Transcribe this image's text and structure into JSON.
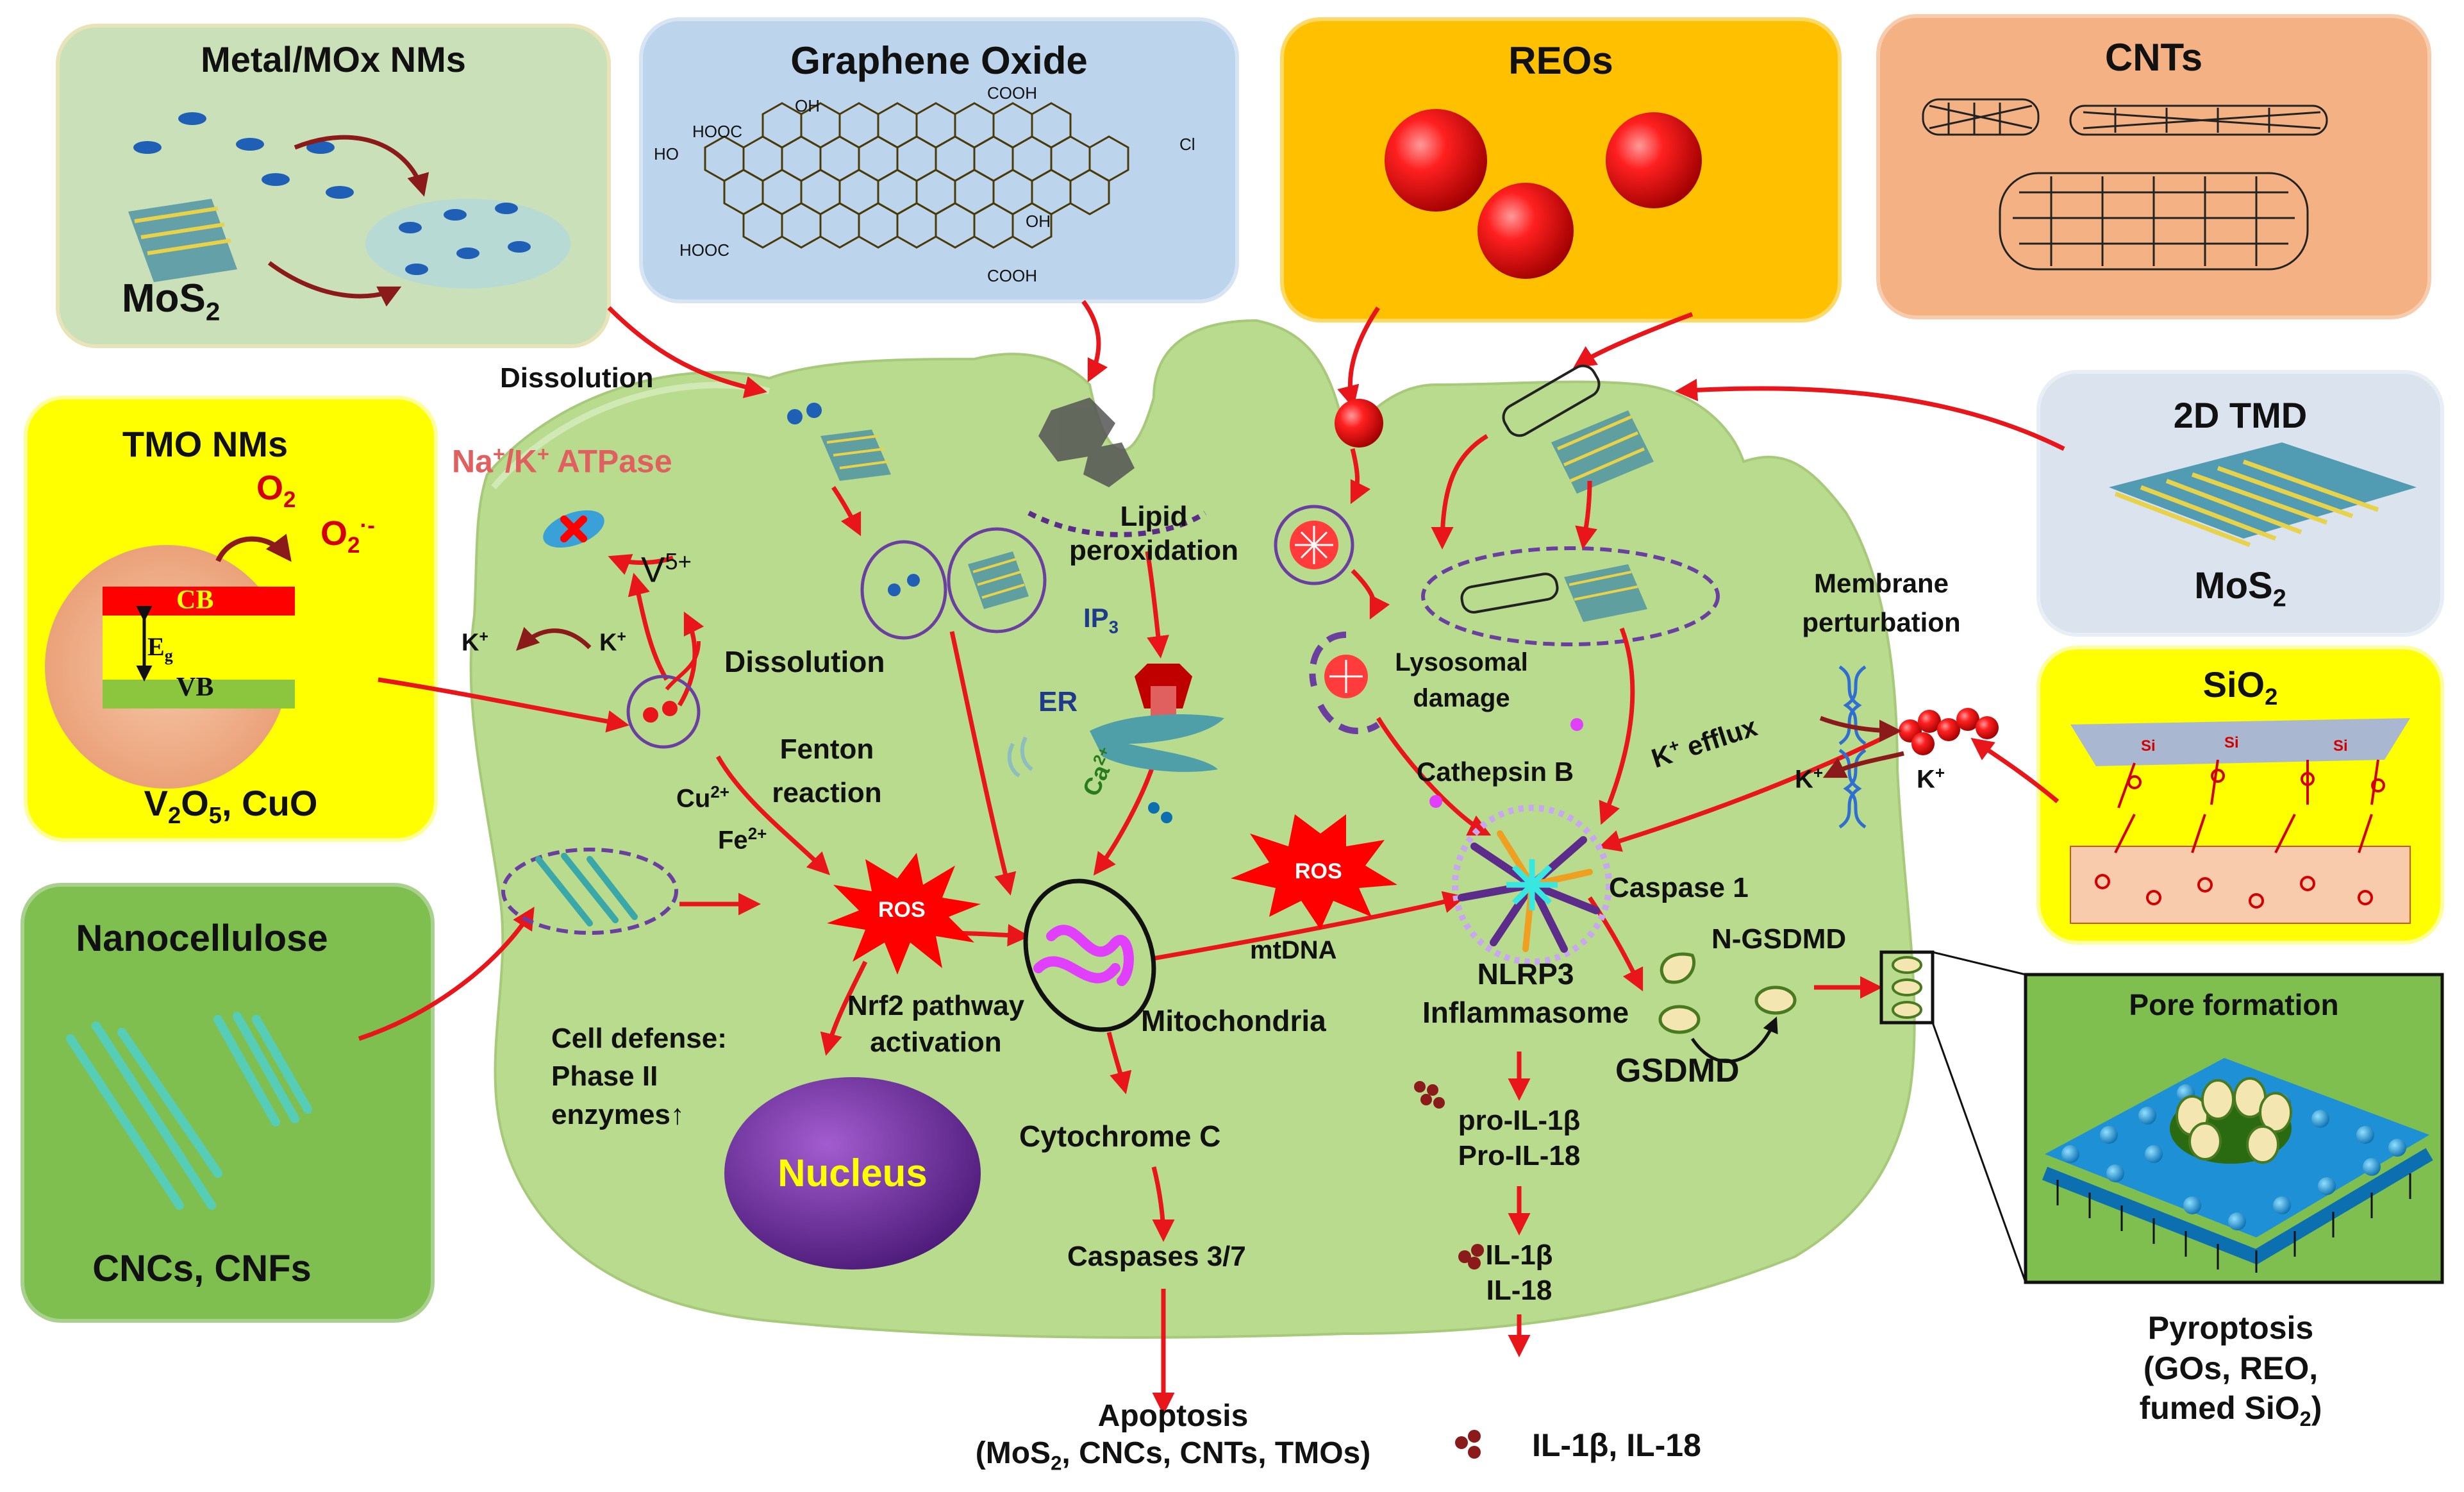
{
  "materials": {
    "metal": {
      "title": "Metal/MOx NMs",
      "mos2": "MoS",
      "mos2_sub": "2"
    },
    "go": {
      "title": "Graphene Oxide",
      "groups": [
        "HOOC",
        "OH",
        "COOH",
        "HOOC",
        "OH",
        "COOH",
        "HO",
        "Cl"
      ]
    },
    "reo": {
      "title": "REOs"
    },
    "cnt": {
      "title": "CNTs"
    },
    "tmo": {
      "title": "TMO NMs",
      "o2": "O",
      "o2_sub": "2",
      "o2_rad": "O",
      "o2_rad_sub": "2",
      "o2_rad_sup": "·-",
      "cb": "CB",
      "vb": "VB",
      "eg": "E",
      "eg_sub": "g",
      "examples_a": "V",
      "examples_a_sub1": "2",
      "examples_b": "O",
      "examples_b_sub": "5",
      "examples_c": ", CuO"
    },
    "tmd": {
      "title": "2D TMD",
      "mos2": "MoS",
      "mos2_sub": "2"
    },
    "sio2": {
      "title": "SiO",
      "title_sub": "2",
      "si": "Si"
    },
    "nanocellulose": {
      "title": "Nanocellulose",
      "examples": "CNCs, CNFs"
    }
  },
  "cell": {
    "dissolution_top": "Dissolution",
    "atpase_a": "Na",
    "atpase_a_sup": "+",
    "atpase_b": "/K",
    "atpase_b_sup": "+",
    "atpase_c": " ATPase",
    "v5": "V",
    "v5_sup": "5+",
    "k_left": "K",
    "k_left_sup": "+",
    "k_right": "K",
    "k_right_sup": "+",
    "dissolution_mid": "Dissolution",
    "fenton_1": "Fenton",
    "fenton_2": "reaction",
    "cu": "Cu",
    "cu_sup": "2+",
    "fe": "Fe",
    "fe_sup": "2+",
    "lipid_1": "Lipid",
    "lipid_2": "peroxidation",
    "ip3": "IP",
    "ip3_sub": "3",
    "er": "ER",
    "ca": "Ca",
    "ca_sup": "2+",
    "ros_1": "ROS",
    "ros_2": "ROS",
    "lyso_1": "Lysosomal",
    "lyso_2": "damage",
    "cathepsin": "Cathepsin B",
    "membrane_1": "Membrane",
    "membrane_2": "perturbation",
    "k_efflux": "K",
    "k_efflux_sup": "+",
    "k_efflux_b": " efflux",
    "k_mem_left": "K",
    "k_mem_left_sup": "+",
    "k_mem_right": "K",
    "k_mem_right_sup": "+",
    "caspase1": "Caspase 1",
    "nlrp3_1": "NLRP3",
    "nlrp3_2": "Inflammasome",
    "mtdna": "mtDNA",
    "nrf2_1": "Nrf2 pathway",
    "nrf2_2": "activation",
    "mito": "Mitochondria",
    "defense_1": "Cell defense:",
    "defense_2": "Phase II",
    "defense_3": "enzymes↑",
    "nucleus": "Nucleus",
    "cytc": "Cytochrome C",
    "casp37": "Caspases 3/7",
    "pro_1": "pro-IL-1β",
    "pro_2": "Pro-IL-18",
    "il_1": "IL-1β",
    "il_2": "IL-18",
    "ngsdmd": "N-GSDMD",
    "gsdmd": "GSDMD"
  },
  "outputs": {
    "apoptosis_1": "Apoptosis",
    "apoptosis_2a": "(MoS",
    "apoptosis_2_sub": "2",
    "apoptosis_2b": ", CNCs, CNTs, TMOs)",
    "il_out": "IL-1β, IL-18",
    "pore": "Pore formation",
    "pyro_1": "Pyroptosis",
    "pyro_2": "(GOs, REO,",
    "pyro_3a": "fumed SiO",
    "pyro_3_sub": "2",
    "pyro_3b": ")"
  },
  "colors": {
    "arrow": "#e8151b",
    "cell": "#b7d98b",
    "green_box": "#c9e0b8",
    "blue_box": "#bcd5ec",
    "reo_box": "#ffc000",
    "cnt_box": "#f4b183",
    "tmo_box": "#ffff00",
    "tmd_box": "#dbe3ef",
    "nanocell_box": "#7fbf50",
    "nucleus": "#7030a0",
    "ros": "#ff0000",
    "purple_dash": "#5b2c8a"
  }
}
